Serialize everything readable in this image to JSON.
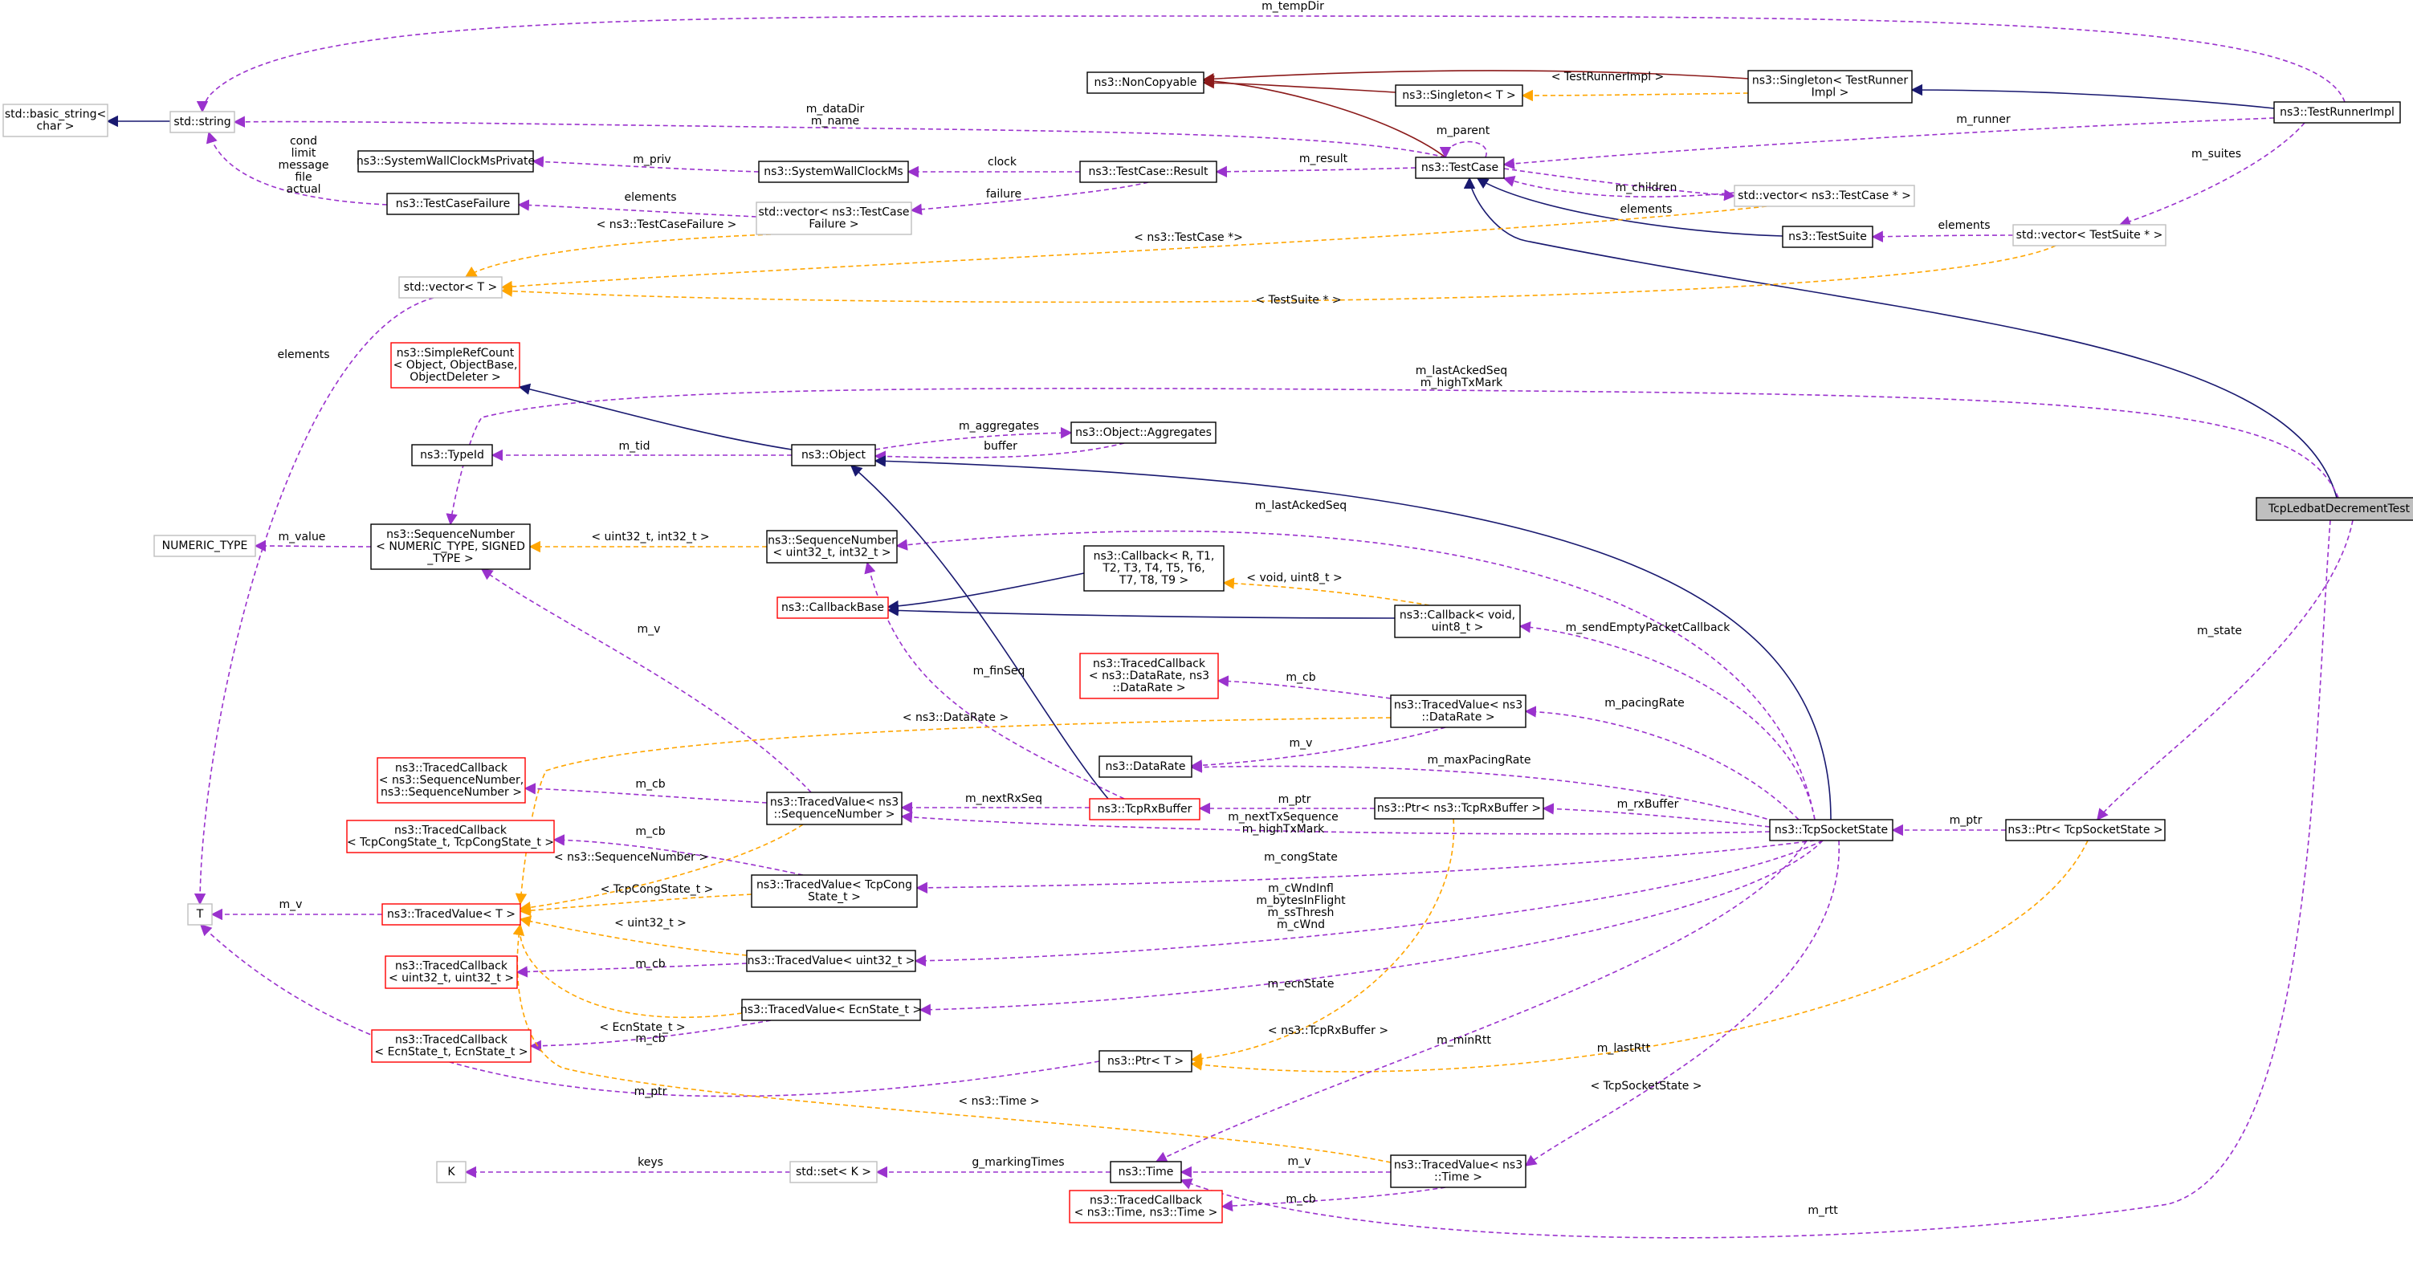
{
  "colors": {
    "use": "#9a32cd",
    "inherit": "#191970",
    "template": "#ffa500",
    "private_inherit": "#8b1a1a",
    "box_normal": "#000000",
    "box_incomplete": "#bfbfbf",
    "box_truncated": "#ff0000",
    "box_highlight_fill": "#bfbfbf"
  },
  "nodes": [
    {
      "id": "tcpledbat",
      "lines": [
        "TcpLedbatDecrementTest"
      ],
      "style": "highlight"
    },
    {
      "id": "testcase",
      "lines": [
        "ns3::TestCase"
      ],
      "style": "normal"
    },
    {
      "id": "noncopyable",
      "lines": [
        "ns3::NonCopyable"
      ],
      "style": "normal"
    },
    {
      "id": "singletonT",
      "lines": [
        "ns3::Singleton< T >"
      ],
      "style": "normal"
    },
    {
      "id": "singletonTR",
      "lines": [
        "ns3::Singleton< TestRunner",
        "Impl >"
      ],
      "style": "normal"
    },
    {
      "id": "testrunnerimpl",
      "lines": [
        "ns3::TestRunnerImpl"
      ],
      "style": "normal"
    },
    {
      "id": "stdstring",
      "lines": [
        "std::string"
      ],
      "style": "incomplete"
    },
    {
      "id": "basicstring",
      "lines": [
        "std::basic_string<",
        "char >"
      ],
      "style": "incomplete"
    },
    {
      "id": "swcmsprivate",
      "lines": [
        "ns3::SystemWallClockMsPrivate"
      ],
      "style": "normal"
    },
    {
      "id": "swcms",
      "lines": [
        "ns3::SystemWallClockMs"
      ],
      "style": "normal"
    },
    {
      "id": "tcresult",
      "lines": [
        "ns3::TestCase::Result"
      ],
      "style": "normal"
    },
    {
      "id": "tcfailure",
      "lines": [
        "ns3::TestCaseFailure"
      ],
      "style": "normal"
    },
    {
      "id": "vecfailure",
      "lines": [
        "std::vector< ns3::TestCase",
        "Failure >"
      ],
      "style": "incomplete"
    },
    {
      "id": "vectestcase",
      "lines": [
        "std::vector< ns3::TestCase * >"
      ],
      "style": "incomplete"
    },
    {
      "id": "testsuite",
      "lines": [
        "ns3::TestSuite"
      ],
      "style": "normal"
    },
    {
      "id": "vectestsuite",
      "lines": [
        "std::vector< TestSuite * >"
      ],
      "style": "incomplete"
    },
    {
      "id": "vectorT",
      "lines": [
        "std::vector< T >"
      ],
      "style": "incomplete"
    },
    {
      "id": "simplerefcount",
      "lines": [
        "ns3::SimpleRefCount",
        "< Object, ObjectBase,",
        "ObjectDeleter >"
      ],
      "style": "truncated"
    },
    {
      "id": "typeid",
      "lines": [
        "ns3::TypeId"
      ],
      "style": "normal"
    },
    {
      "id": "object",
      "lines": [
        "ns3::Object"
      ],
      "style": "normal"
    },
    {
      "id": "aggregates",
      "lines": [
        "ns3::Object::Aggregates"
      ],
      "style": "normal"
    },
    {
      "id": "numerictype",
      "lines": [
        "NUMERIC_TYPE"
      ],
      "style": "incomplete"
    },
    {
      "id": "seqnumgeneric",
      "lines": [
        "ns3::SequenceNumber",
        "< NUMERIC_TYPE, SIGNED",
        "_TYPE >"
      ],
      "style": "normal"
    },
    {
      "id": "seqnum32",
      "lines": [
        "ns3::SequenceNumber",
        "< uint32_t, int32_t >"
      ],
      "style": "normal"
    },
    {
      "id": "callbackR",
      "lines": [
        "ns3::Callback< R, T1,",
        "T2, T3, T4, T5, T6,",
        "T7, T8, T9 >"
      ],
      "style": "normal"
    },
    {
      "id": "callbackbase",
      "lines": [
        "ns3::CallbackBase"
      ],
      "style": "truncated"
    },
    {
      "id": "callbackvoid",
      "lines": [
        "ns3::Callback< void,",
        "uint8_t >"
      ],
      "style": "normal"
    },
    {
      "id": "tcdatarate",
      "lines": [
        "ns3::TracedCallback",
        "< ns3::DataRate, ns3",
        "::DataRate >"
      ],
      "style": "truncated"
    },
    {
      "id": "tvdatarate",
      "lines": [
        "ns3::TracedValue< ns3",
        "::DataRate >"
      ],
      "style": "normal"
    },
    {
      "id": "datarate",
      "lines": [
        "ns3::DataRate"
      ],
      "style": "normal"
    },
    {
      "id": "tcseqnum",
      "lines": [
        "ns3::TracedCallback",
        "< ns3::SequenceNumber,",
        "ns3::SequenceNumber >"
      ],
      "style": "truncated"
    },
    {
      "id": "tvseqnum",
      "lines": [
        "ns3::TracedValue< ns3",
        "::SequenceNumber >"
      ],
      "style": "normal"
    },
    {
      "id": "tcprxbuffer",
      "lines": [
        "ns3::TcpRxBuffer"
      ],
      "style": "truncated"
    },
    {
      "id": "ptrrxbuffer",
      "lines": [
        "ns3::Ptr< ns3::TcpRxBuffer >"
      ],
      "style": "normal"
    },
    {
      "id": "tcpsocketstate",
      "lines": [
        "ns3::TcpSocketState"
      ],
      "style": "normal"
    },
    {
      "id": "ptrsocketstate",
      "lines": [
        "ns3::Ptr< TcpSocketState >"
      ],
      "style": "normal"
    },
    {
      "id": "tccongstate",
      "lines": [
        "ns3::TracedCallback",
        "< TcpCongState_t, TcpCongState_t >"
      ],
      "style": "truncated"
    },
    {
      "id": "tvcongstate",
      "lines": [
        "ns3::TracedValue< TcpCong",
        "State_t >"
      ],
      "style": "normal"
    },
    {
      "id": "T",
      "lines": [
        "T"
      ],
      "style": "incomplete"
    },
    {
      "id": "tracedvalueT",
      "lines": [
        "ns3::TracedValue< T >"
      ],
      "style": "truncated"
    },
    {
      "id": "tcuint32",
      "lines": [
        "ns3::TracedCallback",
        "< uint32_t, uint32_t >"
      ],
      "style": "truncated"
    },
    {
      "id": "tvuint32",
      "lines": [
        "ns3::TracedValue< uint32_t >"
      ],
      "style": "normal"
    },
    {
      "id": "tvecnstate",
      "lines": [
        "ns3::TracedValue< EcnState_t >"
      ],
      "style": "normal"
    },
    {
      "id": "tcecnstate",
      "lines": [
        "ns3::TracedCallback",
        "< EcnState_t, EcnState_t >"
      ],
      "style": "truncated"
    },
    {
      "id": "ptrT",
      "lines": [
        "ns3::Ptr< T >"
      ],
      "style": "normal"
    },
    {
      "id": "K",
      "lines": [
        "K"
      ],
      "style": "incomplete"
    },
    {
      "id": "setK",
      "lines": [
        "std::set< K >"
      ],
      "style": "incomplete"
    },
    {
      "id": "time",
      "lines": [
        "ns3::Time"
      ],
      "style": "normal"
    },
    {
      "id": "tvtime",
      "lines": [
        "ns3::TracedValue< ns3",
        "::Time >"
      ],
      "style": "normal"
    },
    {
      "id": "tctime",
      "lines": [
        "ns3::TracedCallback",
        "< ns3::Time, ns3::Time >"
      ],
      "style": "truncated"
    }
  ],
  "edge_labels": {
    "m_tempDir": "m_tempDir",
    "m_dataDir_name": [
      "m_dataDir",
      "m_name"
    ],
    "testrunnerimpl_tmpl": "< TestRunnerImpl >",
    "m_runner": "m_runner",
    "m_parent": "m_parent",
    "m_result": "m_result",
    "m_priv": "m_priv",
    "clock": "clock",
    "failure": "failure",
    "failure_fields": [
      "cond",
      "limit",
      "message",
      "file",
      "actual"
    ],
    "elements": "elements",
    "m_children": "m_children",
    "m_suites": "m_suites",
    "tmpl_tcfailure": "< ns3::TestCaseFailure >",
    "tmpl_testcase_ptr": "< ns3::TestCase *>",
    "tmpl_testsuite_ptr": "< TestSuite * >",
    "m_lastAckedSeq_highTx": [
      "m_lastAckedSeq",
      "m_highTxMark"
    ],
    "m_aggregates": "m_aggregates",
    "buffer": "buffer",
    "m_tid": "m_tid",
    "m_value": "m_value",
    "tmpl_uint32_int32": "< uint32_t, int32_t >",
    "m_lastAckedSeq": "m_lastAckedSeq",
    "tmpl_void_uint8": "< void, uint8_t >",
    "m_sendEmptyPacketCallback": "m_sendEmptyPacketCallback",
    "m_v": "m_v",
    "m_finSeq": "m_finSeq",
    "m_cb": "m_cb",
    "tmpl_datarate": "< ns3::DataRate >",
    "m_pacingRate": "m_pacingRate",
    "m_maxPacingRate": "m_maxPacingRate",
    "m_nextRxSeq": "m_nextRxSeq",
    "m_ptr": "m_ptr",
    "m_rxBuffer": "m_rxBuffer",
    "m_nextTx_highTx": [
      "m_nextTxSequence",
      "m_highTxMark"
    ],
    "tmpl_seqnum": "< ns3::SequenceNumber >",
    "tmpl_congstate": "< TcpCongState_t >",
    "m_congState": "m_congState",
    "m_cwnd_group": [
      "m_cWndInfl",
      "m_bytesInFlight",
      "m_ssThresh",
      "m_cWnd"
    ],
    "tmpl_uint32": "< uint32_t >",
    "m_ecnState": "m_ecnState",
    "tmpl_ecnstate": "< EcnState_t >",
    "tmpl_rxbuffer": "< ns3::TcpRxBuffer >",
    "m_minRtt": "m_minRtt",
    "m_lastRtt": "m_lastRtt",
    "tmpl_socketstate": "< TcpSocketState >",
    "tmpl_time": "< ns3::Time >",
    "keys": "keys",
    "g_markingTimes": "g_markingTimes",
    "m_rtt": "m_rtt",
    "m_state": "m_state"
  }
}
